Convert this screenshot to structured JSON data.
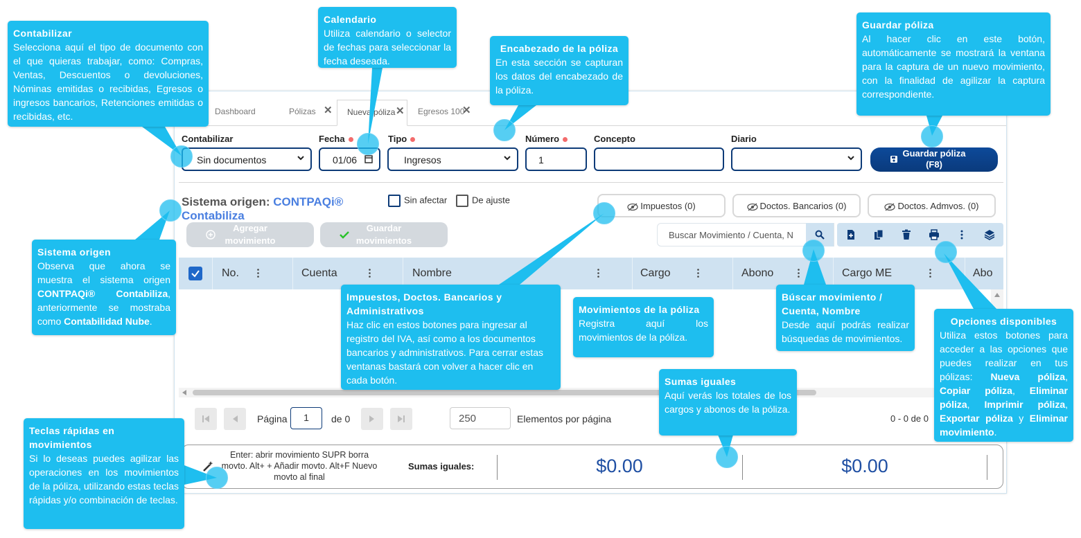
{
  "tabs": [
    {
      "label": "Dashboard",
      "closable": false
    },
    {
      "label": "Pólizas",
      "closable": true
    },
    {
      "label": "Nueva póliza",
      "closable": true,
      "active": true
    },
    {
      "label": "Egresos 100",
      "closable": true
    }
  ],
  "form": {
    "contabilizar": {
      "label": "Contabilizar",
      "value": "Sin documentos"
    },
    "fecha": {
      "label": "Fecha",
      "value": "01/06"
    },
    "tipo": {
      "label": "Tipo",
      "value": "Ingresos"
    },
    "numero": {
      "label": "Número",
      "value": "1"
    },
    "concepto": {
      "label": "Concepto",
      "value": ""
    },
    "diario": {
      "label": "Diario",
      "value": ""
    },
    "save_line1": "Guardar póliza",
    "save_line2": "(F8)"
  },
  "origin": {
    "prefix": "Sistema origen: ",
    "brand1": "CONTPAQi®",
    "brand2": "Contabiliza"
  },
  "checks": {
    "sin_afectar": "Sin afectar",
    "de_ajuste": "De ajuste"
  },
  "toggles": {
    "impuestos": "Impuestos (0)",
    "bancarios": "Doctos. Bancarios (0)",
    "admvos": "Doctos. Admvos. (0)"
  },
  "actions": {
    "add_line1": "Agregar",
    "add_line2": "movimiento",
    "save_line1": "Guardar",
    "save_line2": "movimientos"
  },
  "search": {
    "placeholder": "Buscar Movimiento / Cuenta, N"
  },
  "grid": {
    "columns": [
      "No.",
      "Cuenta",
      "Nombre",
      "Cargo",
      "Abono",
      "Cargo ME",
      "Abo"
    ]
  },
  "pager": {
    "page_label": "Página",
    "page": "1",
    "of_label": "de 0",
    "page_size": "250",
    "size_label": "Elementos por página",
    "range": "0 - 0 de 0"
  },
  "footer": {
    "shortcuts": "Enter: abrir movimiento SUPR borra movto. Alt+ + Añadir movto. Alt+F Nuevo movto al final",
    "sum_label": "Sumas iguales:",
    "cargo_total": "$0.00",
    "abono_total": "$0.00"
  },
  "callouts": {
    "contabilizar": {
      "title": "Contabilizar",
      "body": "Selecciona aquí el tipo de documento con el que quieras trabajar, como: Compras, Ventas, Descuentos o devoluciones, Nóminas emitidas o recibidas, Egresos o ingresos bancarios, Retenciones emitidas o recibidas, etc."
    },
    "calendario": {
      "title": "Calendario",
      "body": "Utiliza calendario o selector de fechas para seleccionar la fecha deseada."
    },
    "encabezado": {
      "title": "Encabezado de la póliza",
      "body": "En esta sección se capturan los datos del encabezado de la póliza."
    },
    "guardar": {
      "title": "Guardar póliza",
      "body": "Al hacer clic en este botón, automáticamente se mostrará la ventana para la captura de un nuevo movimiento, con la finalidad de agilizar la captura correspondiente."
    },
    "sistema": {
      "title": "Sistema origen",
      "body1": "Observa que ahora se muestra el sistema origen ",
      "bold1": "CONTPAQi® Contabiliza",
      "body2": ", anteriormente se mostraba como ",
      "bold2": "Contabilidad Nube",
      "body3": "."
    },
    "impuestos": {
      "title": "Impuestos, Doctos. Bancarios y Administrativos",
      "body": "Haz clic en estos botones para ingresar al registro del IVA, así como a los documentos bancarios y administrativos. Para cerrar estas ventanas bastará con volver a hacer clic en cada botón."
    },
    "movimientos": {
      "title": "Movimientos de la póliza",
      "body": "Registra aquí los movimientos de la póliza."
    },
    "buscar": {
      "title": "Búscar movimiento / Cuenta, Nombre",
      "body": "Desde aquí podrás realizar búsquedas de movimientos."
    },
    "opciones": {
      "title": "Opciones disponibles",
      "body": "Utiliza estos botones para acceder a las opciones que puedes realizar en tus pólizas: ",
      "b1": "Nueva póliza",
      "b2": "Copiar póliza",
      "b3": "Eliminar póliza",
      "b4": "Imprimir póliza",
      "b5": "Exportar póliza",
      "b6": "Eliminar movimiento",
      "sep": ", ",
      "and": " y ",
      "end": "."
    },
    "sumas": {
      "title": "Sumas iguales",
      "body": "Aquí verás los totales de los cargos y abonos de la póliza."
    },
    "teclas": {
      "title": "Teclas rápidas en movimientos",
      "body": "Si lo deseas puedes agilizar las operaciones en los movimientos de la póliza, utilizando estas teclas rápidas y/o combinación de teclas."
    }
  },
  "colors": {
    "callout": "#1ebeef",
    "primary": "#0d3b78",
    "grid_header": "#cfe2f1",
    "sum_text": "#1f4fa3"
  }
}
